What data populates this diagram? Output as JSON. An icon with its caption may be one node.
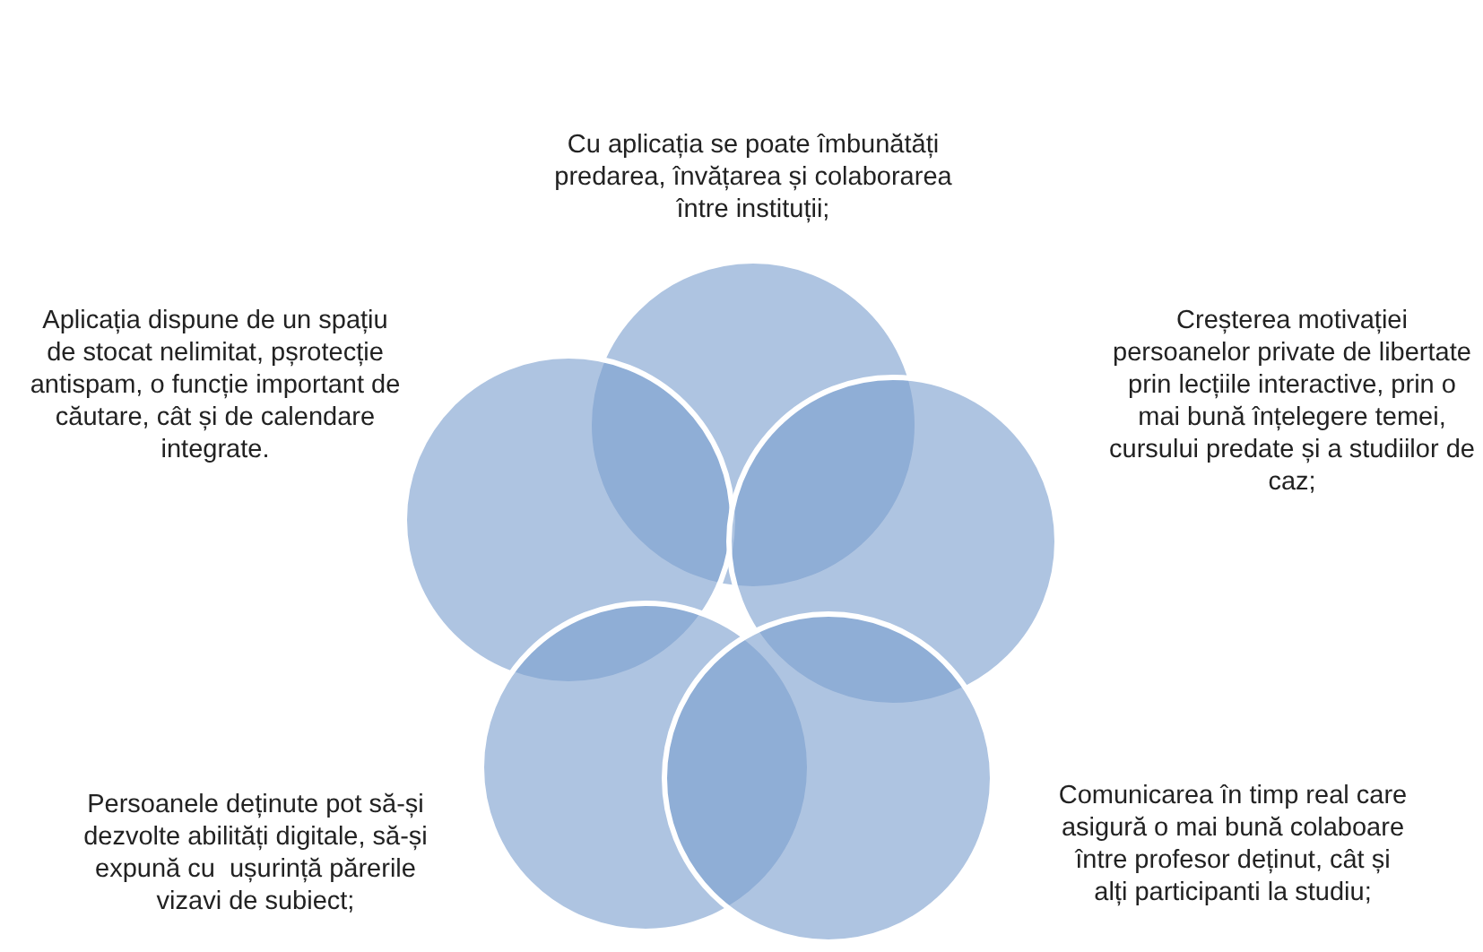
{
  "diagram": {
    "nodes": [
      {
        "text": [],
        "shape": "circle",
        "beside": [
          "Cu aplicația se poate îmbunătăți predarea, învățarea și colaborarea  între instituții;"
        ]
      },
      {
        "text": [],
        "shape": "circle",
        "beside": [
          "Aplicația dispune de un spațiu de stocat nelimitat, pșrotecție antispam, o funcție important de căutare, cât și de calendare integrate."
        ]
      },
      {
        "text": [],
        "shape": "circle",
        "beside": [
          "Creșterea motivației persoanelor private de libertate prin lecțiile interactive, prin o mai bună înțelegere temei, cursului predate și a studiilor de caz;"
        ]
      },
      {
        "text": [],
        "shape": "circle",
        "beside": [
          "Persoanele deținute pot să-și dezvolte abilități digitale, să-și expună cu  ușurință părerile vizavi de subiect;"
        ]
      },
      {
        "text": [],
        "shape": "circle",
        "beside": [
          "Comunicarea în timp real care asigură o mai bună colaboare între profesor deținut, cât și alți participanti la studiu;"
        ]
      }
    ]
  }
}
